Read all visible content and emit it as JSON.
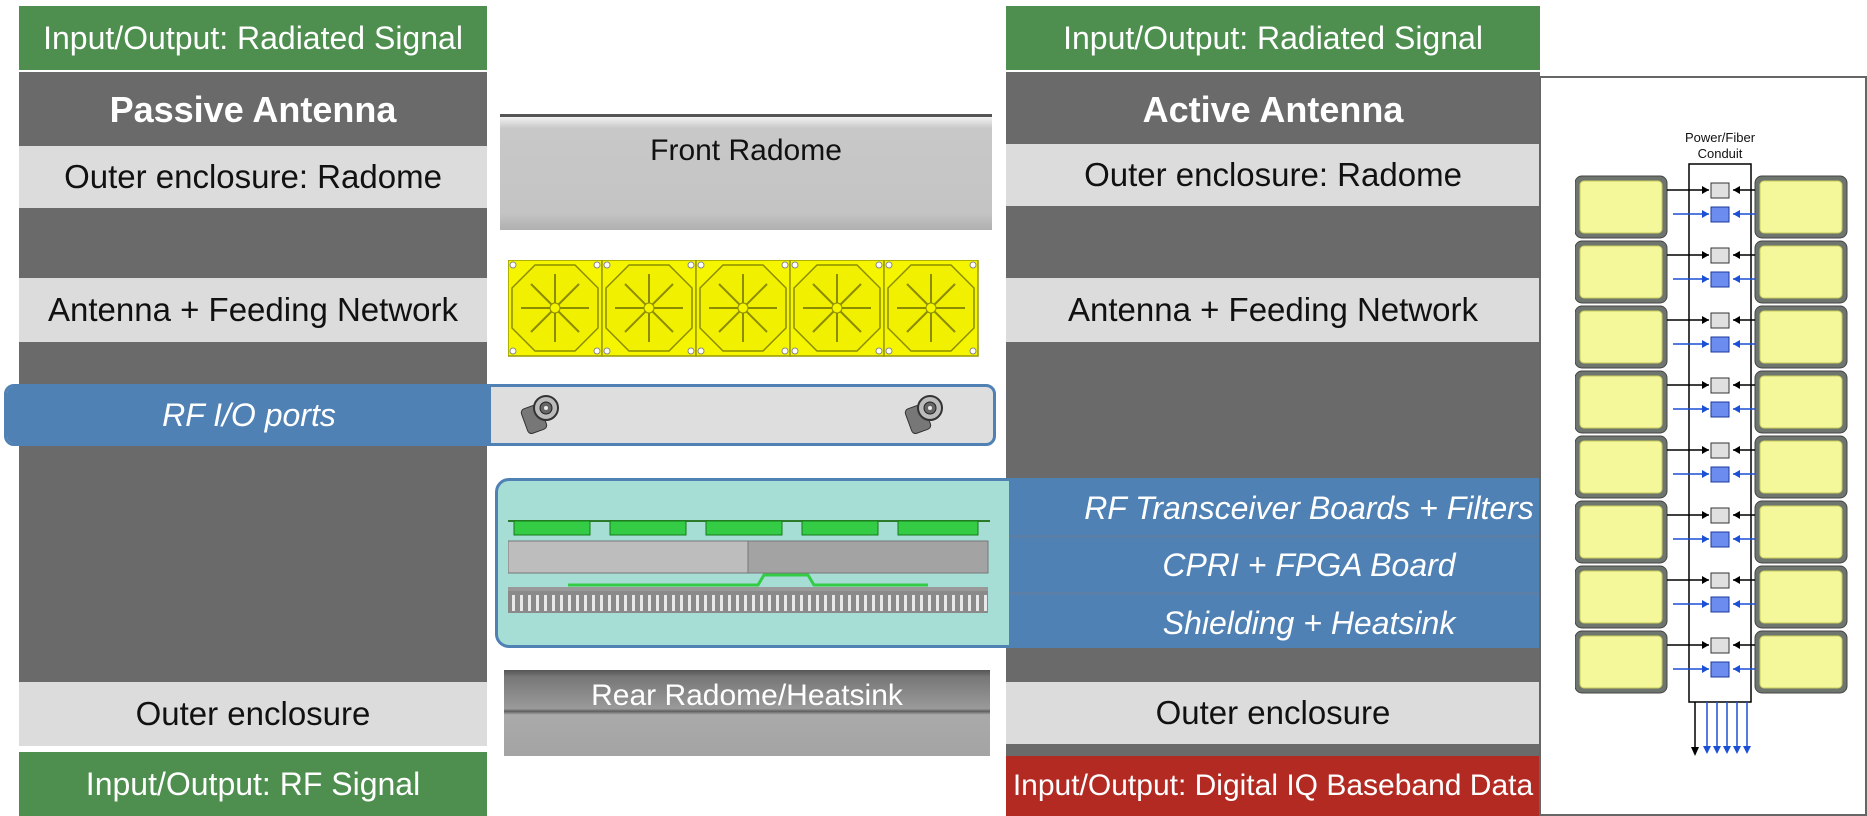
{
  "passive": {
    "top_io": "Input/Output: Radiated Signal",
    "title": "Passive Antenna",
    "radome": "Outer enclosure: Radome",
    "feeding": "Antenna + Feeding Network",
    "rf_ports": "RF I/O ports",
    "outer": "Outer enclosure",
    "bottom_io": "Input/Output: RF Signal"
  },
  "middle": {
    "front_radome": "Front Radome",
    "rear_radome": "Rear Radome/Heatsink"
  },
  "active": {
    "top_io": "Input/Output: Radiated Signal",
    "title": "Active Antenna",
    "radome": "Outer enclosure: Radome",
    "feeding": "Antenna + Feeding Network",
    "transceiver": "RF Transceiver Boards + Filters",
    "cpri": "CPRI + FPGA Board",
    "shielding": "Shielding + Heatsink",
    "outer": "Outer enclosure",
    "bottom_io": "Input/Output: Digital IQ Baseband Data"
  },
  "conduit": {
    "label_line1": "Power/Fiber",
    "label_line2": "Conduit"
  },
  "colors": {
    "green": "#4e8f4f",
    "red": "#b32a23",
    "blue": "#4f81b5",
    "dark_gray": "#6a6a6a",
    "light_gray": "#dcdcdc",
    "yellow": "#f5f500",
    "teal": "#a6ddd4"
  }
}
